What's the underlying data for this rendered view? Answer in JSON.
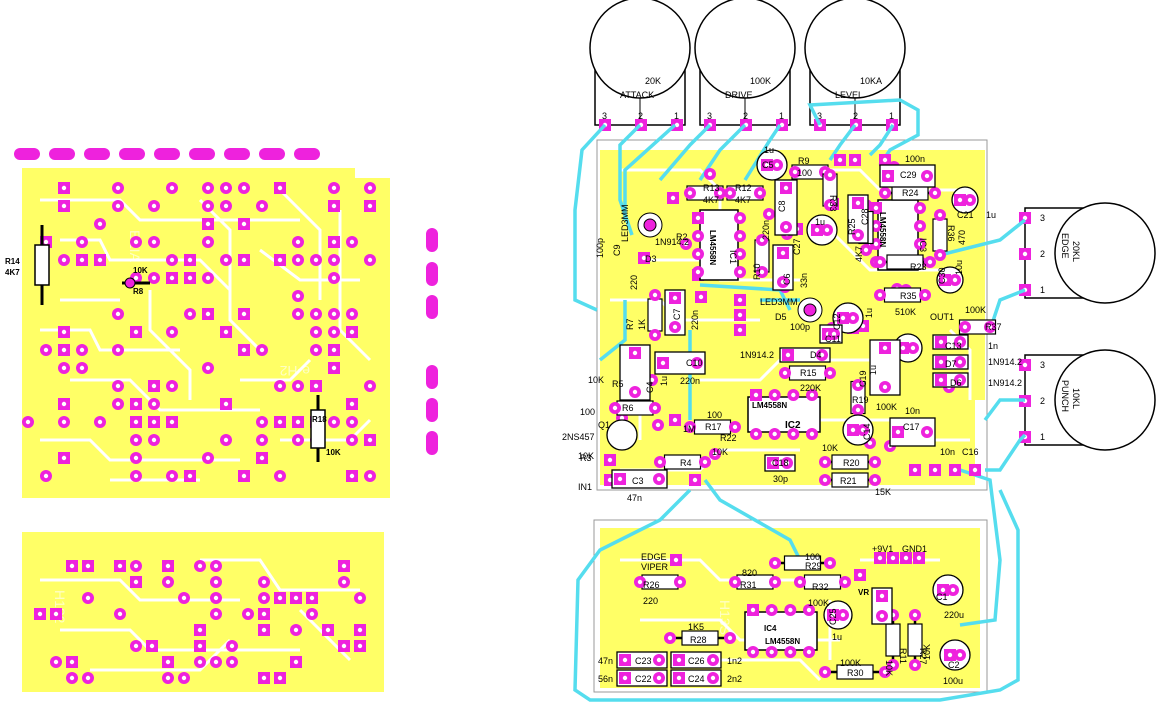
{
  "colors": {
    "board": "#ffff66",
    "track": "#ffffff",
    "pad": "#ee22dd",
    "jumper": "#55ddee",
    "outline": "#999999",
    "silk": "#000000"
  },
  "left_board": {
    "labels": {
      "r14": "R14",
      "r14_val": "4K7",
      "r8": "R8",
      "r8_val": "10K",
      "r18": "R18",
      "r18_val": "10K",
      "ghost_top": "EEIA",
      "ghost_mid": "e-H2",
      "ghost_bottom": "H132"
    }
  },
  "pots_top": [
    {
      "value": "20K",
      "name": "ATTACK",
      "pins": [
        "3",
        "2",
        "1"
      ]
    },
    {
      "value": "100K",
      "name": "DRIVE",
      "pins": [
        "3",
        "2",
        "1"
      ]
    },
    {
      "value": "10KA",
      "name": "LEVEL",
      "pins": [
        "3",
        "2",
        "1"
      ]
    }
  ],
  "pots_right": [
    {
      "value": "20KL",
      "name": "EDGE",
      "pins": [
        "3",
        "2",
        "1"
      ]
    },
    {
      "value": "10KL",
      "name": "PUNCH",
      "pins": [
        "3",
        "2",
        "1"
      ]
    }
  ],
  "main_labels": {
    "c5": "C5",
    "c5_val": "1u",
    "r9": "R9",
    "r9_val": "100",
    "c29_val": "100n",
    "c29": "C29",
    "r24": "R24",
    "c21": "C21",
    "c21_val": "1u",
    "r13": "R13",
    "r13_val": "4K7",
    "r12": "R12",
    "r12_val": "4K7",
    "led3mm_a": "LED3MM",
    "c9": "C9",
    "c9_val": "100p",
    "d3": "D3",
    "d3_val": "1N914.2",
    "r2": "R2",
    "ic1": "IC1",
    "ic1_part": "LM4558N",
    "c8": "C8",
    "c8_val": "220n",
    "c27": "C27",
    "c27_val": "1u",
    "r33": "R33",
    "r35_val": "510K",
    "r35": "R35",
    "ic3": "IC3",
    "ic3_part": "LM4558N",
    "r23": "R23",
    "r36": "R36",
    "r36_val": "470",
    "c30": "C30",
    "c30_val": "10u",
    "r10": "R10",
    "c6": "C6",
    "c6_val": "33n",
    "r25": "R25",
    "r25_val": "4K7",
    "c28": "C28",
    "r7": "R7",
    "r7_val": "1K",
    "r1_val": "220",
    "c7": "C7",
    "c7_val": "220n",
    "led3mm_b": "LED3MM",
    "d5": "D5",
    "c11": "C11",
    "c11_val": "100p",
    "c12": "C12",
    "c12_val": "1u",
    "out1": "OUT1",
    "r37": "R37",
    "r37_val": "100K",
    "d4": "D4",
    "d4_val": "1N914.2",
    "c15_val": "1n",
    "c13": "C13",
    "d7": "D7",
    "d7_val": "1N914.2",
    "d6": "D6",
    "d6_val": "1N914.2",
    "c4": "C4",
    "c4_val": "1u",
    "c10": "C10",
    "c10_val": "220n",
    "r15": "R15",
    "r15_val": "220K",
    "c19": "C19",
    "c19_val": "1u",
    "r5": "R5",
    "r5_val": "10K",
    "r6": "R6",
    "r6_val": "100",
    "q1": "Q1",
    "q1_val": "2NS457",
    "r17": "R17",
    "r17_val": "100",
    "ic2": "IC2",
    "ic2_part": "LM4558N",
    "r19": "R19",
    "r19_val": "100K",
    "c14": "C14",
    "c17": "C17",
    "c17_val": "10n",
    "r3": "R3",
    "r3_val": "10K",
    "r4": "R4",
    "r4_val": "1M",
    "r22": "R22",
    "r22_val": "10K",
    "c18": "C18",
    "c18_val": "30p",
    "r20": "R20",
    "r20_val": "10K",
    "r21": "R21",
    "r21_val": "15K",
    "c16": "C16",
    "c16_val": "10n",
    "in1": "IN1",
    "c3": "C3",
    "c3_val": "47n"
  },
  "psu_labels": {
    "edge_viper_a": "EDGE",
    "edge_viper_b": "VIPER",
    "r26": "R26",
    "r26_val": "220",
    "r31": "R31",
    "r31_val": "820",
    "r29": "R29",
    "r29_val": "100",
    "r32": "R32",
    "r32_val": "100K",
    "v1": "+9V1",
    "gnd1": "GND1",
    "vr": "VR",
    "c1": "C1",
    "c1_val": "220u",
    "c25": "C25",
    "c25_val": "1u",
    "ic4": "IC4",
    "ic4_part": "LM4558N",
    "r28": "R28",
    "r28_val": "1K5",
    "r11_val": "10K",
    "r11": "R11",
    "r27": "R27",
    "r27_val": "10K",
    "c23": "C23",
    "c23_val": "47n",
    "c26": "C26",
    "c26_val": "1n2",
    "c22": "C22",
    "c22_val": "56n",
    "c24": "C24",
    "c24_val": "2n2",
    "r30": "R30",
    "r30_val": "100K",
    "c2": "C2",
    "c2_val": "100u",
    "ghost": "H13S"
  }
}
